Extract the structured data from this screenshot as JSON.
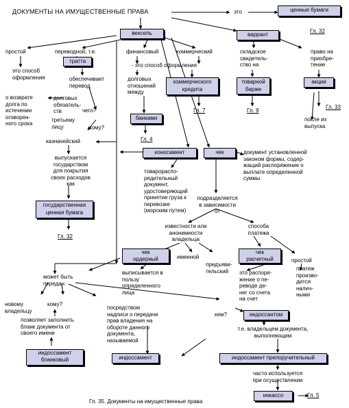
{
  "title": "ДОКУМЕНТЫ НА ИМУЩЕСТВЕННЫЕ ПРАВА",
  "eto": "это",
  "securities_box": "ценные бумаги",
  "ref_top_right": "Гл. 32",
  "bill_box": "вексель",
  "warrant_box": "варрант",
  "simple": "простой",
  "simple_desc": "это способ\nоформления",
  "transfer": "переводной, т.е.",
  "draft_box": "тратта",
  "ensures": "обеспечивает\nперевод",
  "return_part": "о возврате\nдолга по\nистечении\nоговорен-\nного срока",
  "debt_obligations": "долговых\nобязатель-\nств",
  "to_whom_q": "чего?",
  "third_person": "третьему\nлицу",
  "whom_q": "кому?",
  "financial": "финансовый",
  "commercial": "коммерческий",
  "is_method": "- это способ оформления",
  "debt_relations": "долговых\nотношений\nмежду",
  "commercial_credit_box": "коммерческого\nкредита",
  "ref_7": "Гл. 7",
  "banks_box": "банками",
  "ref_4": "Гл. 4",
  "warehouse_cert": "складское\nсвидетель-\nство на",
  "commodity_exchange_box": "товарной\nбирже",
  "ref_9": "Гл. 9",
  "right_to_acquire": "право на\nприобре-\nтение",
  "shares_box": "акции",
  "ref_33": "Гл. 33",
  "after_issue": "после их\nвыпуска",
  "treasury": "казначейский",
  "issued_by_state": "выпускается\nгосударством\nдля покрытия\nсвоих расходов\nкак",
  "gov_security_box": "государственная\nценная бумага",
  "ref_32b": "Гл. 32",
  "bill_of_lading_box": "коносамент",
  "cheque_box": "чек",
  "cheque_desc": "документ установленной\nзаконом формы, содер-\nжащий распоряжение о\nвыплате определенной\nсуммы",
  "bol_desc": "товарораспо-\nрядительный\nдокумент,\nудостоверяющий\nпринятие груза к\nперевозке\n(морским путем)",
  "divided_depending": "подразделяется\nв зависимости\nот",
  "known_owner": "известности или\nанонимности\nвладельца",
  "payment_method": "способа\nплатежа",
  "order_cheque_box": "чек\nордерный",
  "named": "именной",
  "bearer": "предъяви-\nтельский",
  "settlement_cheque_box": "чек\nрасчетный",
  "simple_cheque": "простой",
  "simple_payment": "платеж\nпроизво-\nдится\nналич-\nными",
  "issued_for": "выписывается в\nпользу\nопределенного\nлица",
  "payment_order": "это распоря-\nжение о пе-\nреводе де-\nнег со счета\nна счет",
  "can_be_transferred": "может быть\nпередан",
  "new_owner": "новому\nвладельцу",
  "to_whom_q2": "кому?",
  "by_inscription": "посредством\nнадписи о передаче\nправ владения на\nобороте данного\nдокумента,\nназываемой",
  "whom_q2": "кем?",
  "endorser_box": "индоссантом",
  "i_e_owner": "т.е. владельцем документа,\nвыполняющим",
  "allows_fill": "позволяет заполнить\nбланк документа от\nсвоего имени",
  "blank_endorsement_box": "индоссамент\nбланковый",
  "endorsement_box": "индоссамент",
  "procuration_endorsement_box": "индоссамент препоручительный",
  "often_used": "часто используется\nпри осуществлении",
  "collection_box": "инкассо",
  "ref_5": "Гл. 5",
  "caption": "Гл. 35. Документы на имущественные права"
}
